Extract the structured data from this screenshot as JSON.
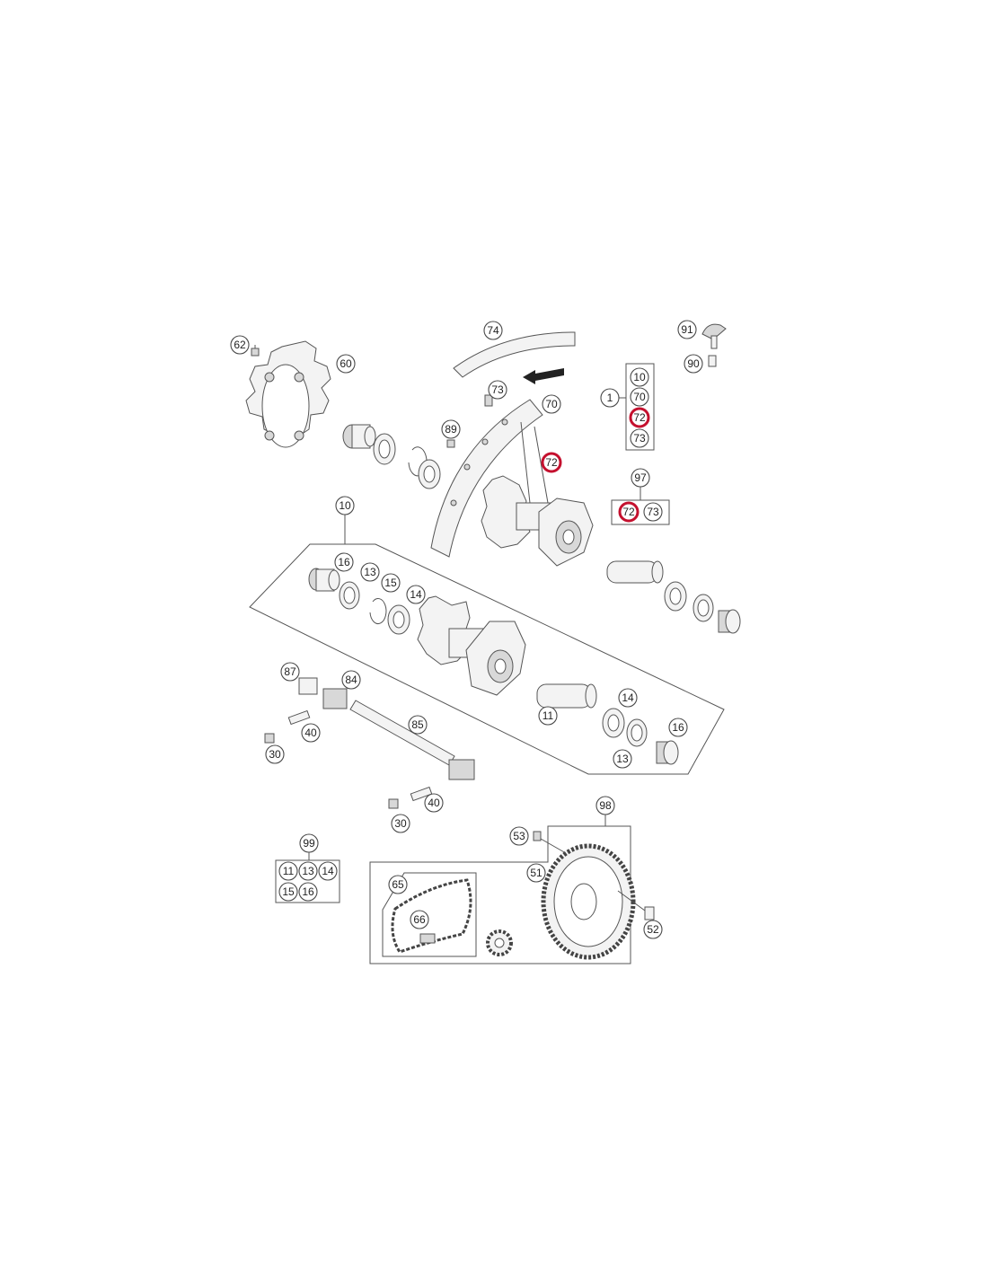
{
  "labels": {
    "l62": "62",
    "l60": "60",
    "l74": "74",
    "l91": "91",
    "l90": "90",
    "l73a": "73",
    "l70a": "70",
    "l89": "89",
    "l72a": "72",
    "grp1": "1",
    "g1_10": "10",
    "g1_70": "70",
    "g1_72": "72",
    "g1_73": "73",
    "grp97": "97",
    "g97_72": "72",
    "g97_73": "73",
    "grp10": "10",
    "l16a": "16",
    "l13a": "13",
    "l15": "15",
    "l14a": "14",
    "l87": "87",
    "l84": "84",
    "l85": "85",
    "l40a": "40",
    "l30a": "30",
    "l11": "11",
    "l14b": "14",
    "l16b": "16",
    "l13b": "13",
    "l40b": "40",
    "l30b": "30",
    "grp98": "98",
    "l53": "53",
    "l51": "51",
    "l52": "52",
    "l65": "65",
    "l66": "66",
    "grp99": "99",
    "g99_11": "11",
    "g99_13": "13",
    "g99_14": "14",
    "g99_15": "15",
    "g99_16": "16"
  },
  "highlight_color": "#c4102e"
}
